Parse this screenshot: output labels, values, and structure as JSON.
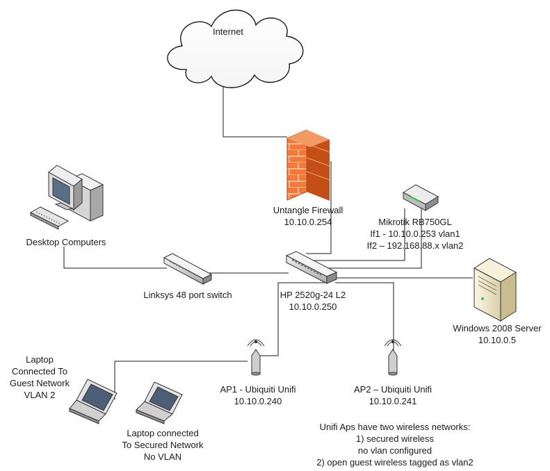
{
  "nodes": {
    "internet": {
      "label": "Internet"
    },
    "firewall": {
      "name": "Untangle Firewall",
      "ip": "10.10.0.254"
    },
    "mikrotik": {
      "name": "Mikrotik RB750GL",
      "if1": "If1 - 10.10.0.253 vlan1",
      "if2": "If2 – 192.168.88.x vlan2"
    },
    "desktops": {
      "label": "Desktop Computers"
    },
    "linksys": {
      "label": "Linksys 48 port switch"
    },
    "hp_switch": {
      "name": "HP 2520g-24 L2",
      "ip": "10.10.0.250"
    },
    "server": {
      "name": "Windows 2008 Server",
      "ip": "10.10.0.5"
    },
    "ap1": {
      "name": "AP1 - Ubiquiti Unifi",
      "ip": "10.10.0.240"
    },
    "ap2": {
      "name": "AP2 – Ubiquiti Unifi",
      "ip": "10.10.0.241"
    },
    "laptop_guest": {
      "lines": [
        "Laptop",
        "Connected To",
        "Guest Network",
        "VLAN 2"
      ]
    },
    "laptop_secured": {
      "lines": [
        "Laptop connected",
        "To Secured Network",
        "No VLAN"
      ]
    }
  },
  "note": {
    "lines": [
      "Unifi Aps have two wireless networks:",
      "1) secured wireless",
      "no vlan configured",
      "2) open guest wireless tagged as vlan2"
    ]
  },
  "colors": {
    "line": "#1a1a1a",
    "firewall": "#f07a3c",
    "firewall_side": "#c44f16",
    "device_gray": "#d9d9d9",
    "server_body": "#efe7c9",
    "led_green": "#3fc23f"
  }
}
